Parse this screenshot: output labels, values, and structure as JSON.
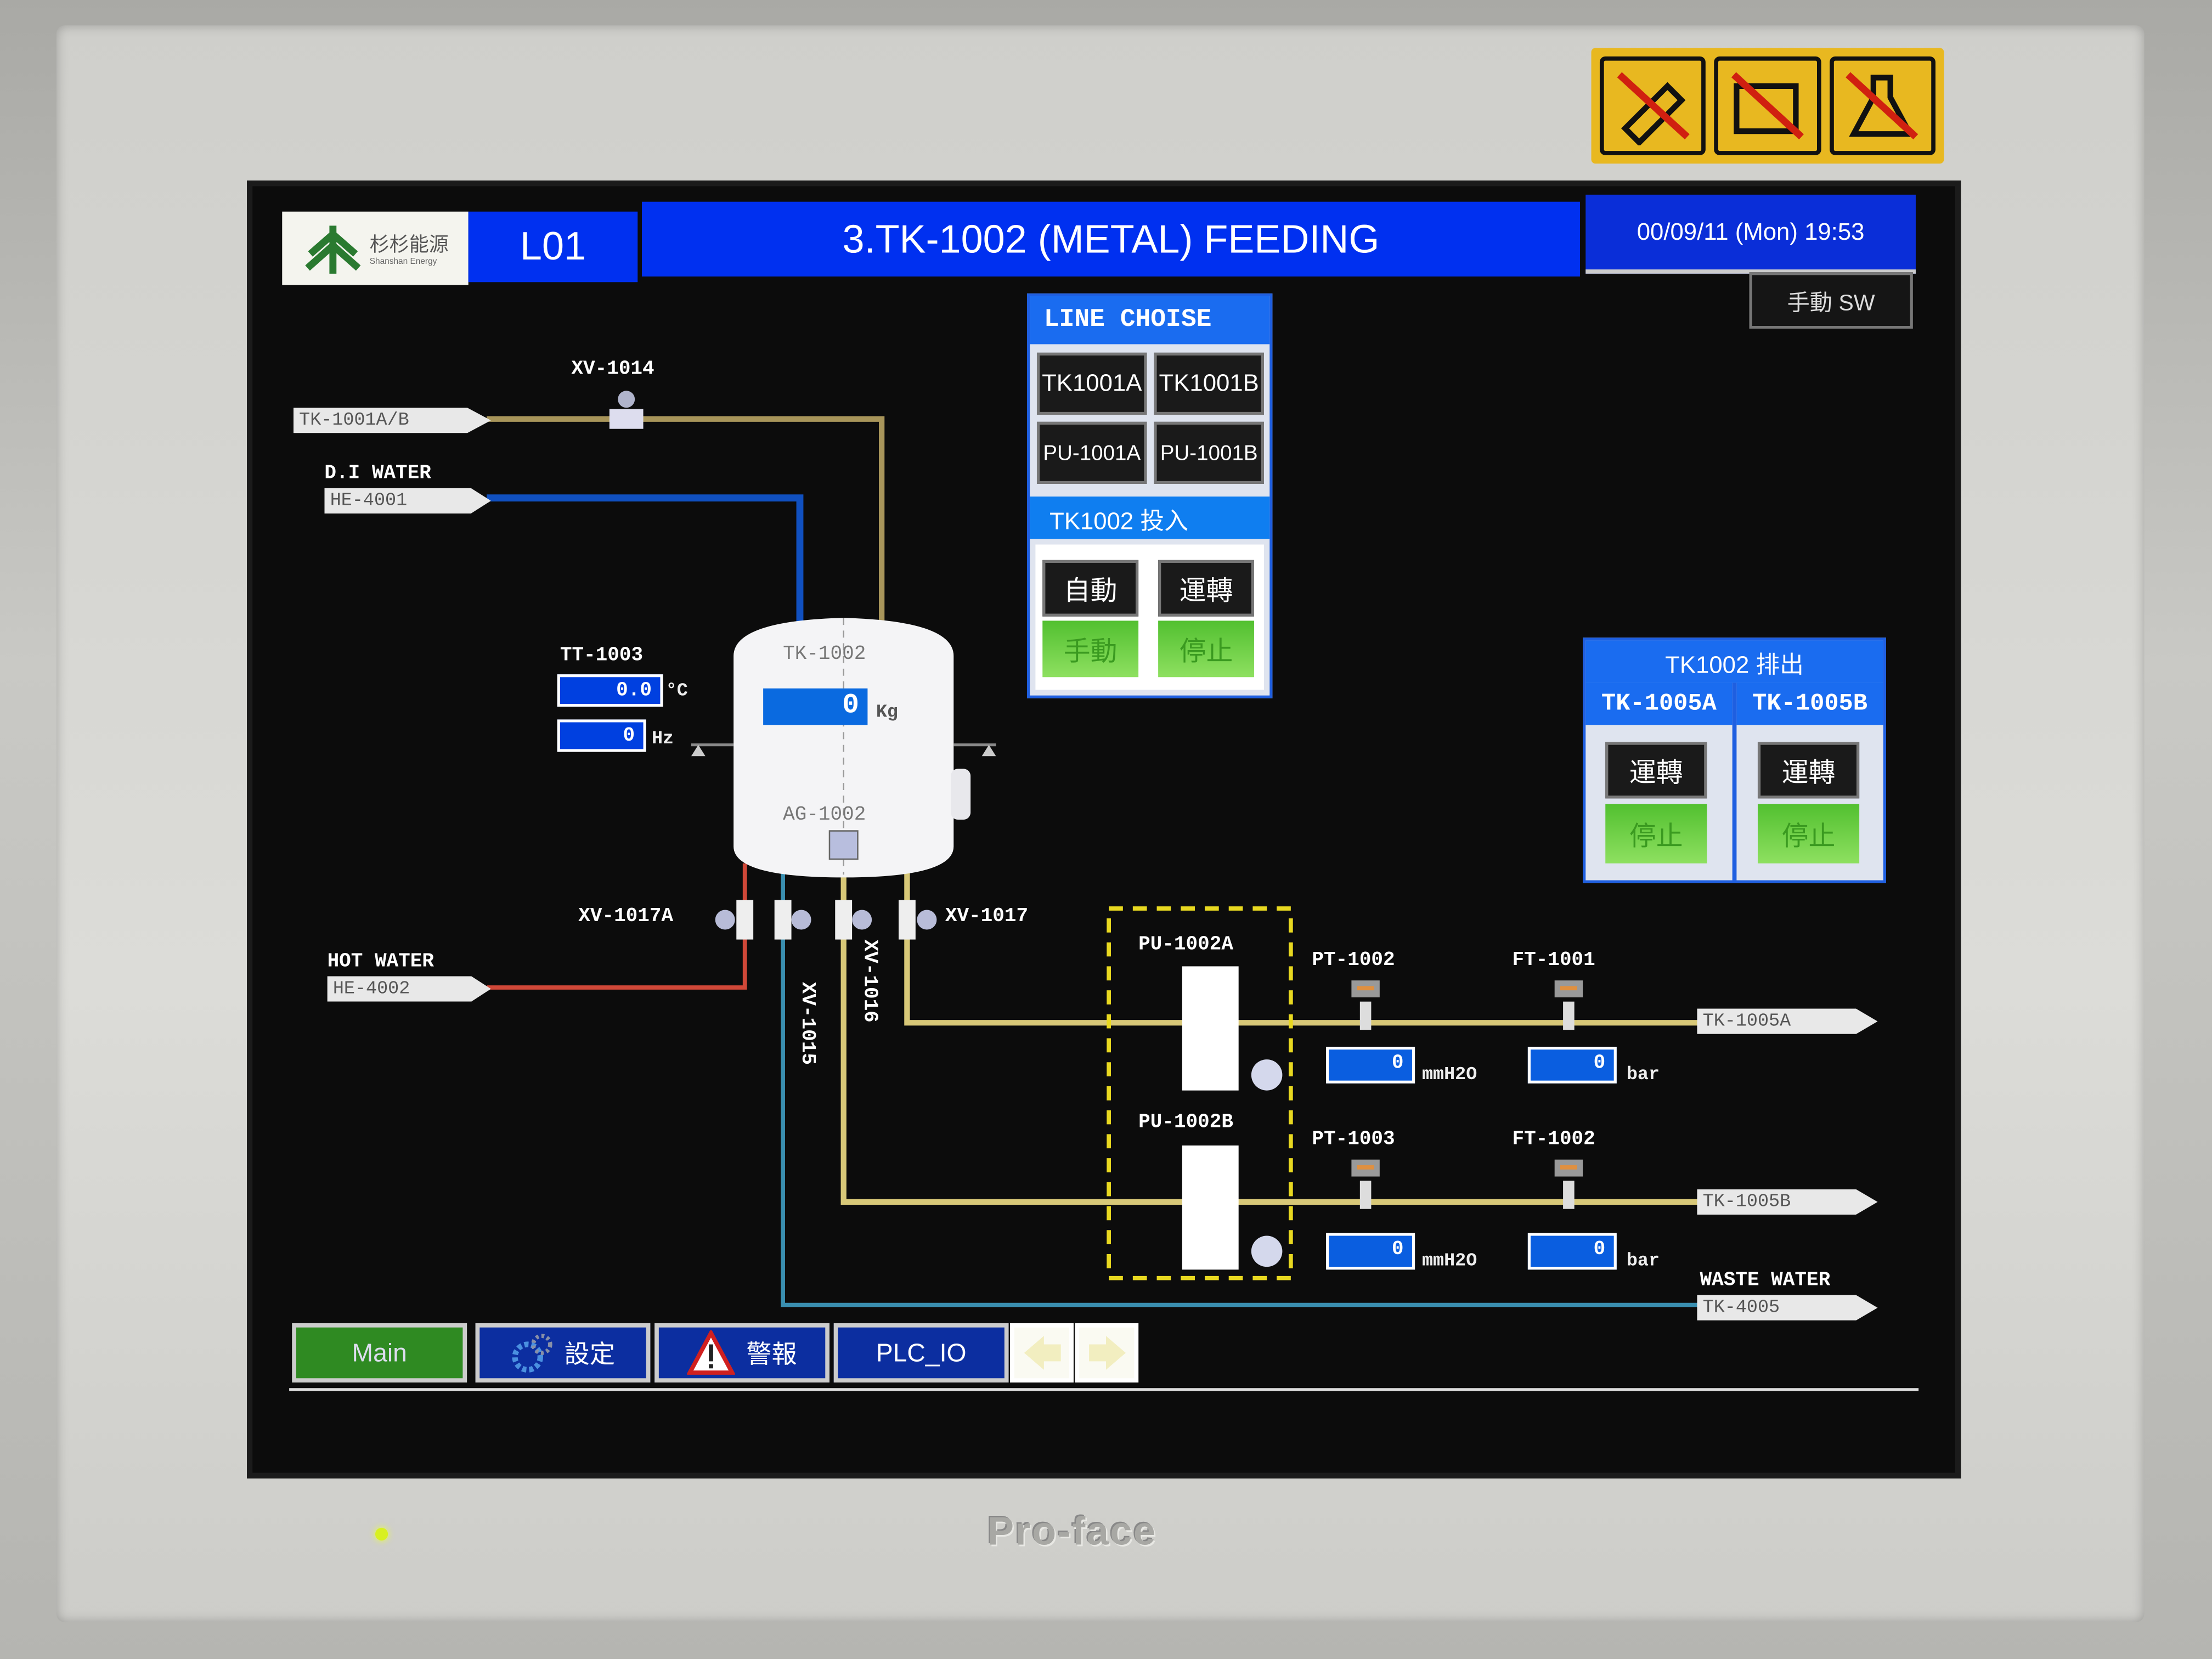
{
  "header": {
    "logo_text": "杉杉能源",
    "logo_subtext": "Shanshan Energy",
    "station": "L01",
    "title": "3.TK-1002 (METAL) FEEDING",
    "datetime": "00/09/11 (Mon) 19:53",
    "manual_sw": "手動 SW"
  },
  "line_choice": {
    "title": "LINE CHOISE",
    "buttons": [
      "TK1001A",
      "TK1001B",
      "PU-1001A",
      "PU-1001B"
    ]
  },
  "feed_panel": {
    "title": "TK1002 投入",
    "mode_on": "自動",
    "mode_off": "手動",
    "run": "運轉",
    "stop": "停止"
  },
  "discharge_panel": {
    "title": "TK1002 排出",
    "columns": [
      {
        "name": "TK-1005A",
        "run": "運轉",
        "stop": "停止"
      },
      {
        "name": "TK-1005B",
        "run": "運轉",
        "stop": "停止"
      }
    ]
  },
  "diagram": {
    "sources": {
      "tk1001": "TK-1001A/B",
      "di_water_label": "D.I WATER",
      "di_water": "HE-4001",
      "hot_water_label": "HOT WATER",
      "hot_water": "HE-4002"
    },
    "valves": {
      "xv1014": "XV-1014",
      "xv1017a": "XV-1017A",
      "xv1015": "XV-1015",
      "xv1016": "XV-1016",
      "xv1017": "XV-1017"
    },
    "tank": {
      "name": "TK-1002",
      "weight": "0",
      "weight_unit": "Kg",
      "agitator": "AG-1002"
    },
    "tt1003": {
      "name": "TT-1003",
      "temp": "0.0",
      "temp_unit": "°C",
      "freq": "0",
      "freq_unit": "Hz"
    },
    "pumps": {
      "a": "PU-1002A",
      "b": "PU-1002B"
    },
    "line_a": {
      "pt": "PT-1002",
      "pt_value": "0",
      "pt_unit": "mmH2O",
      "ft": "FT-1001",
      "ft_value": "0",
      "ft_unit": "bar",
      "dest": "TK-1005A"
    },
    "line_b": {
      "pt": "PT-1003",
      "pt_value": "0",
      "pt_unit": "mmH2O",
      "ft": "FT-1002",
      "ft_value": "0",
      "ft_unit": "bar",
      "dest": "TK-1005B"
    },
    "waste_label": "WASTE WATER",
    "waste": "TK-4005"
  },
  "nav": {
    "main": "Main",
    "settings": "設定",
    "alarm": "警報",
    "plc_io": "PLC_IO"
  },
  "device_brand": "Pro-face",
  "colors": {
    "header_blue": "#0030f0",
    "panel_blue": "#1a6cf0",
    "run_green": "#52c030",
    "pipe_tan": "#a8955a",
    "pipe_blue": "#1050c0",
    "pipe_red": "#d04838",
    "pipe_teal": "#3a8fb0",
    "pipe_yellow": "#d8c878"
  }
}
